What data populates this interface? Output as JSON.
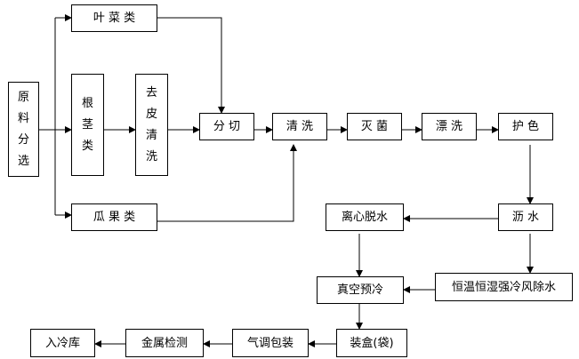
{
  "nodes": {
    "raw_select": "原料分选",
    "leafy": "叶 菜 类",
    "root": "根茎类",
    "peel_wash": "去皮清洗",
    "melon": "瓜 果 类",
    "cut": "分 切",
    "wash": "清 洗",
    "sterilize": "灭 菌",
    "rinse": "漂 洗",
    "color_protect": "护 色",
    "drain": "沥 水",
    "centrifuge": "离心脱水",
    "air_dry": "恒温恒湿强冷风除水",
    "vacuum_cool": "真空预冷",
    "boxing": "装盒(袋)",
    "map_pack": "气调包装",
    "metal_detect": "金属检测",
    "cold_store": "入冷库"
  }
}
